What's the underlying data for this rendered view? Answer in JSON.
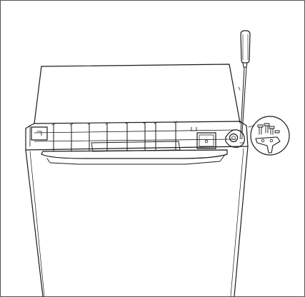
{
  "figure": {
    "kind": "installation-illustration",
    "line_color": "#1a1a1a",
    "frame_color": "#555555",
    "background": "#ffffff",
    "parts": [
      "refrigerator-cabinet",
      "cabinet-top-panel",
      "front-hinge-frame",
      "door-handle-bar",
      "screwdriver",
      "hinge-bracket",
      "detail-callout-circle",
      "screw-set",
      "hinge-plate-detail"
    ]
  }
}
